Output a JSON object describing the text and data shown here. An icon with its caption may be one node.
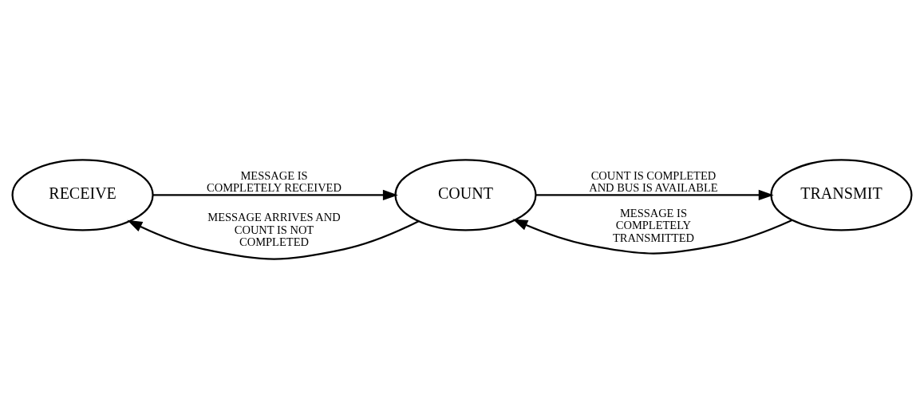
{
  "diagram": {
    "nodes": [
      {
        "text": [
          "RECEIVE"
        ]
      },
      {
        "text": [
          "COUNT"
        ]
      },
      {
        "text": [
          "TRANSMIT"
        ]
      }
    ],
    "edges": [
      {
        "from": 1,
        "to": 0,
        "arrow": "to",
        "label": "MESSAGE ARRIVES AND COUNT IS NOT COMPLETED"
      },
      {
        "from": 0,
        "to": 1,
        "arrow": "to",
        "label": "MESSAGE IS COMPLETELY RECEIVED"
      },
      {
        "from": 1,
        "to": 2,
        "arrow": "to",
        "label": "COUNT IS COMPLETED AND BUS IS AVAILABLE"
      },
      {
        "from": 2,
        "to": 1,
        "arrow": "to",
        "label": "MESSAGE IS COMPLETELY TRANSMITTED"
      }
    ]
  }
}
